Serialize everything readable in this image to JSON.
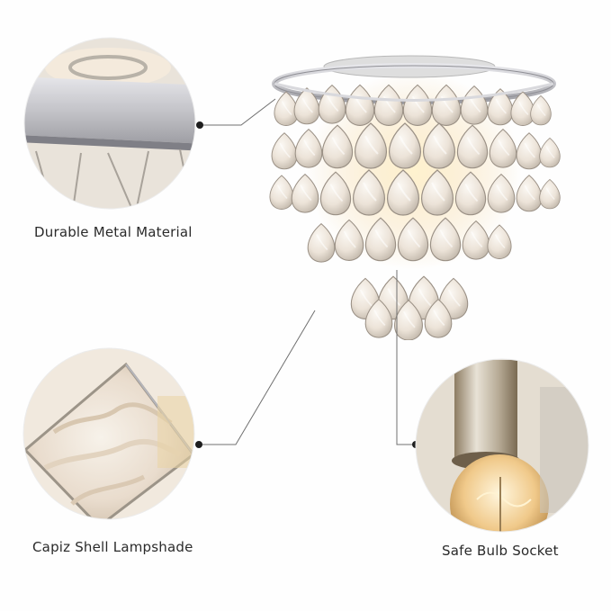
{
  "callouts": {
    "metal": {
      "label": "Durable Metal Material"
    },
    "shell": {
      "label": "Capiz Shell Lampshade"
    },
    "socket": {
      "label": "Safe Bulb Socket"
    }
  },
  "colors": {
    "background": "#fefefe",
    "leader_line": "#707070",
    "metal_silver": "#c8c8cc",
    "shell_pearl": "#eee6dc",
    "warm_glow": "#f6d9a8"
  }
}
